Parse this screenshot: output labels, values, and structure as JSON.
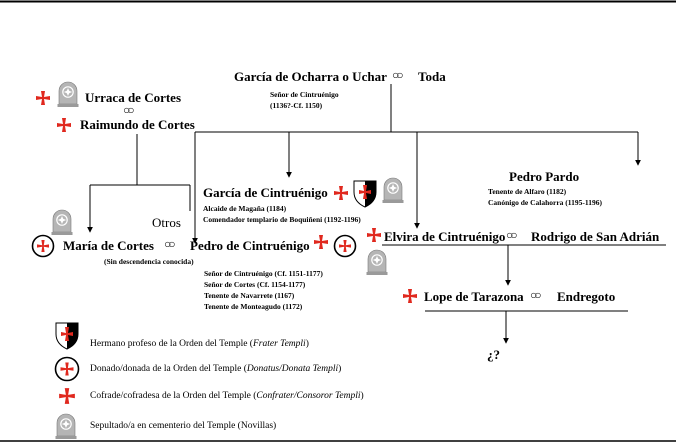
{
  "diagram": {
    "garcia_ocharra": "García de Ocharra o Uchar",
    "toda": "Toda",
    "garcia_ocharra_notes": [
      "Señor de Cintruénigo",
      "(1136?-Cf. 1150)"
    ],
    "urraca": "Urraca de Cortes",
    "raimundo": "Raimundo de Cortes",
    "otros": "Otros",
    "maria": "María de Cortes",
    "maria_note": "(Sin descendencia conocida)",
    "pedro_cintruenigo": "Pedro de Cintruénigo",
    "pedro_cintruenigo_notes": [
      "Señor de Cintruénigo (Cf. 1151-1177)",
      "Señor de Cortes (Cf. 1154-1177)",
      "Tenente de Navarrete (1167)",
      "Tenente de Monteagudo (1172)"
    ],
    "garcia_cintruenigo": "García de Cintruénigo",
    "garcia_cintruenigo_notes": [
      "Alcaide de Magaña (1184)",
      "Comendador templario de Boquiñeni (1192-1196)"
    ],
    "pedro_pardo": "Pedro Pardo",
    "pedro_pardo_notes": [
      "Tenente de Alfaro (1182)",
      "Canónigo de Calahorra (1195-1196)"
    ],
    "elvira": "Elvira de Cintruénigo",
    "rodrigo": "Rodrigo de San Adrián",
    "lope": "Lope de Tarazona",
    "endregoto": "Endregoto",
    "unknown": "¿?"
  },
  "legend": {
    "frater": {
      "pre": "Hermano profeso de la Orden del Temple (",
      "em": "Frater Templi",
      "post": ")"
    },
    "donatus": {
      "pre": "Donado/donada de la Orden del Temple (",
      "em": "Donatus/Donata Templi",
      "post": ")"
    },
    "confrater": {
      "pre": "Cofrade/cofradesa de la Orden del Temple (",
      "em": "Confrater/Consoror Templi",
      "post": ")"
    },
    "sepultado": {
      "pre": "Sepultado/a en cementerio del Temple (Novillas)",
      "em": "",
      "post": ""
    }
  },
  "icons": {
    "cross": "templar-cross-icon",
    "shield": "templar-shield-icon",
    "circle": "circled-cross-icon",
    "tomb": "tombstone-icon"
  },
  "colors": {
    "cross_red": "#e0281e",
    "ink": "#000000",
    "tomb_gray": "#b5b5b5"
  }
}
